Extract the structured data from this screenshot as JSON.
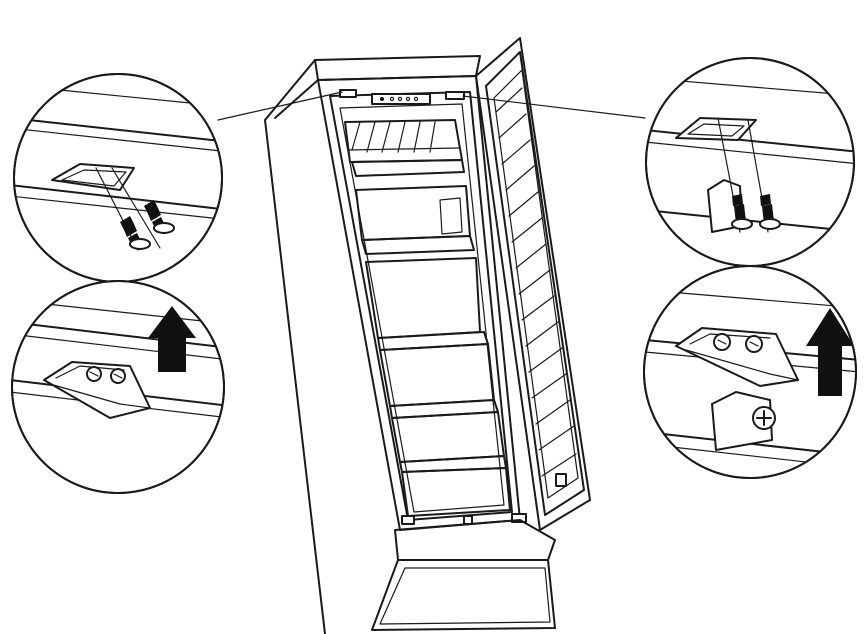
{
  "figure": {
    "background": "#ffffff",
    "line_color": "#1a1a1a",
    "panels": [
      {
        "id": "detail-top-left",
        "content": "hinge-bracket-with-two-screws"
      },
      {
        "id": "detail-bottom-left",
        "content": "hinge-bracket-lift-up-arrow"
      },
      {
        "id": "detail-top-right",
        "content": "hinge-bracket-with-two-screws-and-cap"
      },
      {
        "id": "detail-bottom-right",
        "content": "hinge-bracket-lift-up-arrow-and-screw"
      }
    ],
    "icons": [
      "arrow-up-icon",
      "screw-icon",
      "plus-screw-icon"
    ]
  }
}
